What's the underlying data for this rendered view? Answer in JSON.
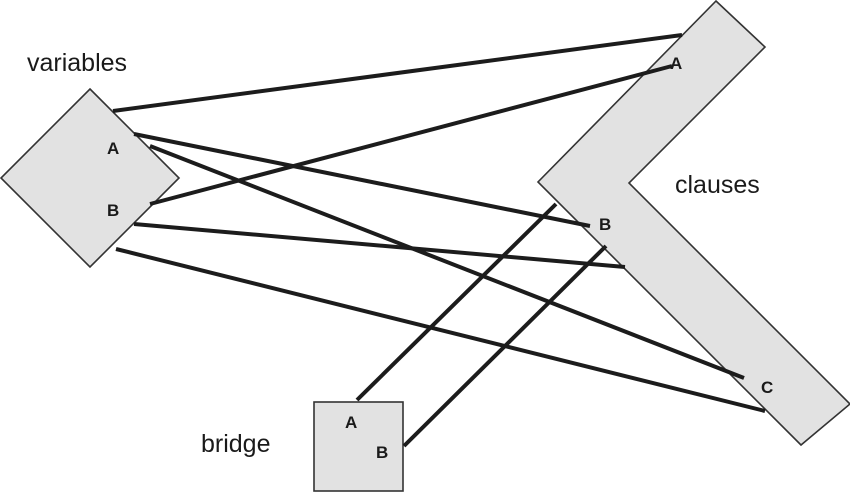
{
  "labels": {
    "variables": "variables",
    "clauses": "clauses",
    "bridge": "bridge"
  },
  "ports": {
    "variable_a": "A",
    "variable_b": "B",
    "clause_a": "A",
    "clause_b": "B",
    "clause_c": "C",
    "bridge_a": "A",
    "bridge_b": "B"
  },
  "colors": {
    "shape_fill": "#e2e2e2",
    "shape_stroke": "#333333",
    "edge": "#1c1c1c"
  }
}
